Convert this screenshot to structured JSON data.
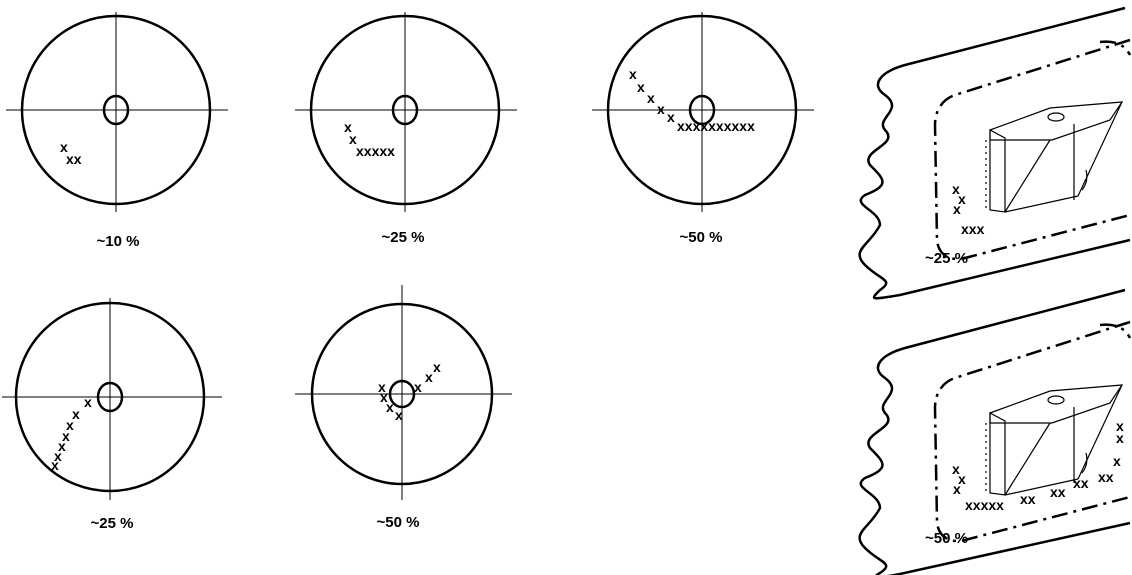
{
  "diagrams": {
    "disc_1": {
      "label": "~10 %"
    },
    "disc_2": {
      "label": "~25 %"
    },
    "disc_3": {
      "label": "~50 %"
    },
    "disc_4": {
      "label": "~25 %"
    },
    "disc_5": {
      "label": "~50 %"
    },
    "duct_1": {
      "label": "~25 %"
    },
    "duct_2": {
      "label": "~50 %"
    }
  },
  "marks": {
    "disc_1": [
      "x",
      "xx"
    ],
    "disc_2": [
      "x",
      "x",
      "xxxxx"
    ],
    "disc_3": [
      "x",
      "x",
      "x",
      "x",
      "x",
      "xxxxxxxxxx"
    ],
    "disc_4": [
      "x",
      "x",
      "x",
      "x",
      "x",
      "x",
      "x"
    ],
    "disc_5": [
      "x",
      "x",
      "x",
      "x",
      "x",
      "x",
      "x"
    ],
    "duct_1": [
      "x",
      "x",
      "x",
      "xxx"
    ],
    "duct_2": [
      "x",
      "x",
      "x",
      "xxxxx",
      "xx",
      "xx",
      "xx",
      "xx",
      "x",
      "x",
      "x"
    ]
  }
}
